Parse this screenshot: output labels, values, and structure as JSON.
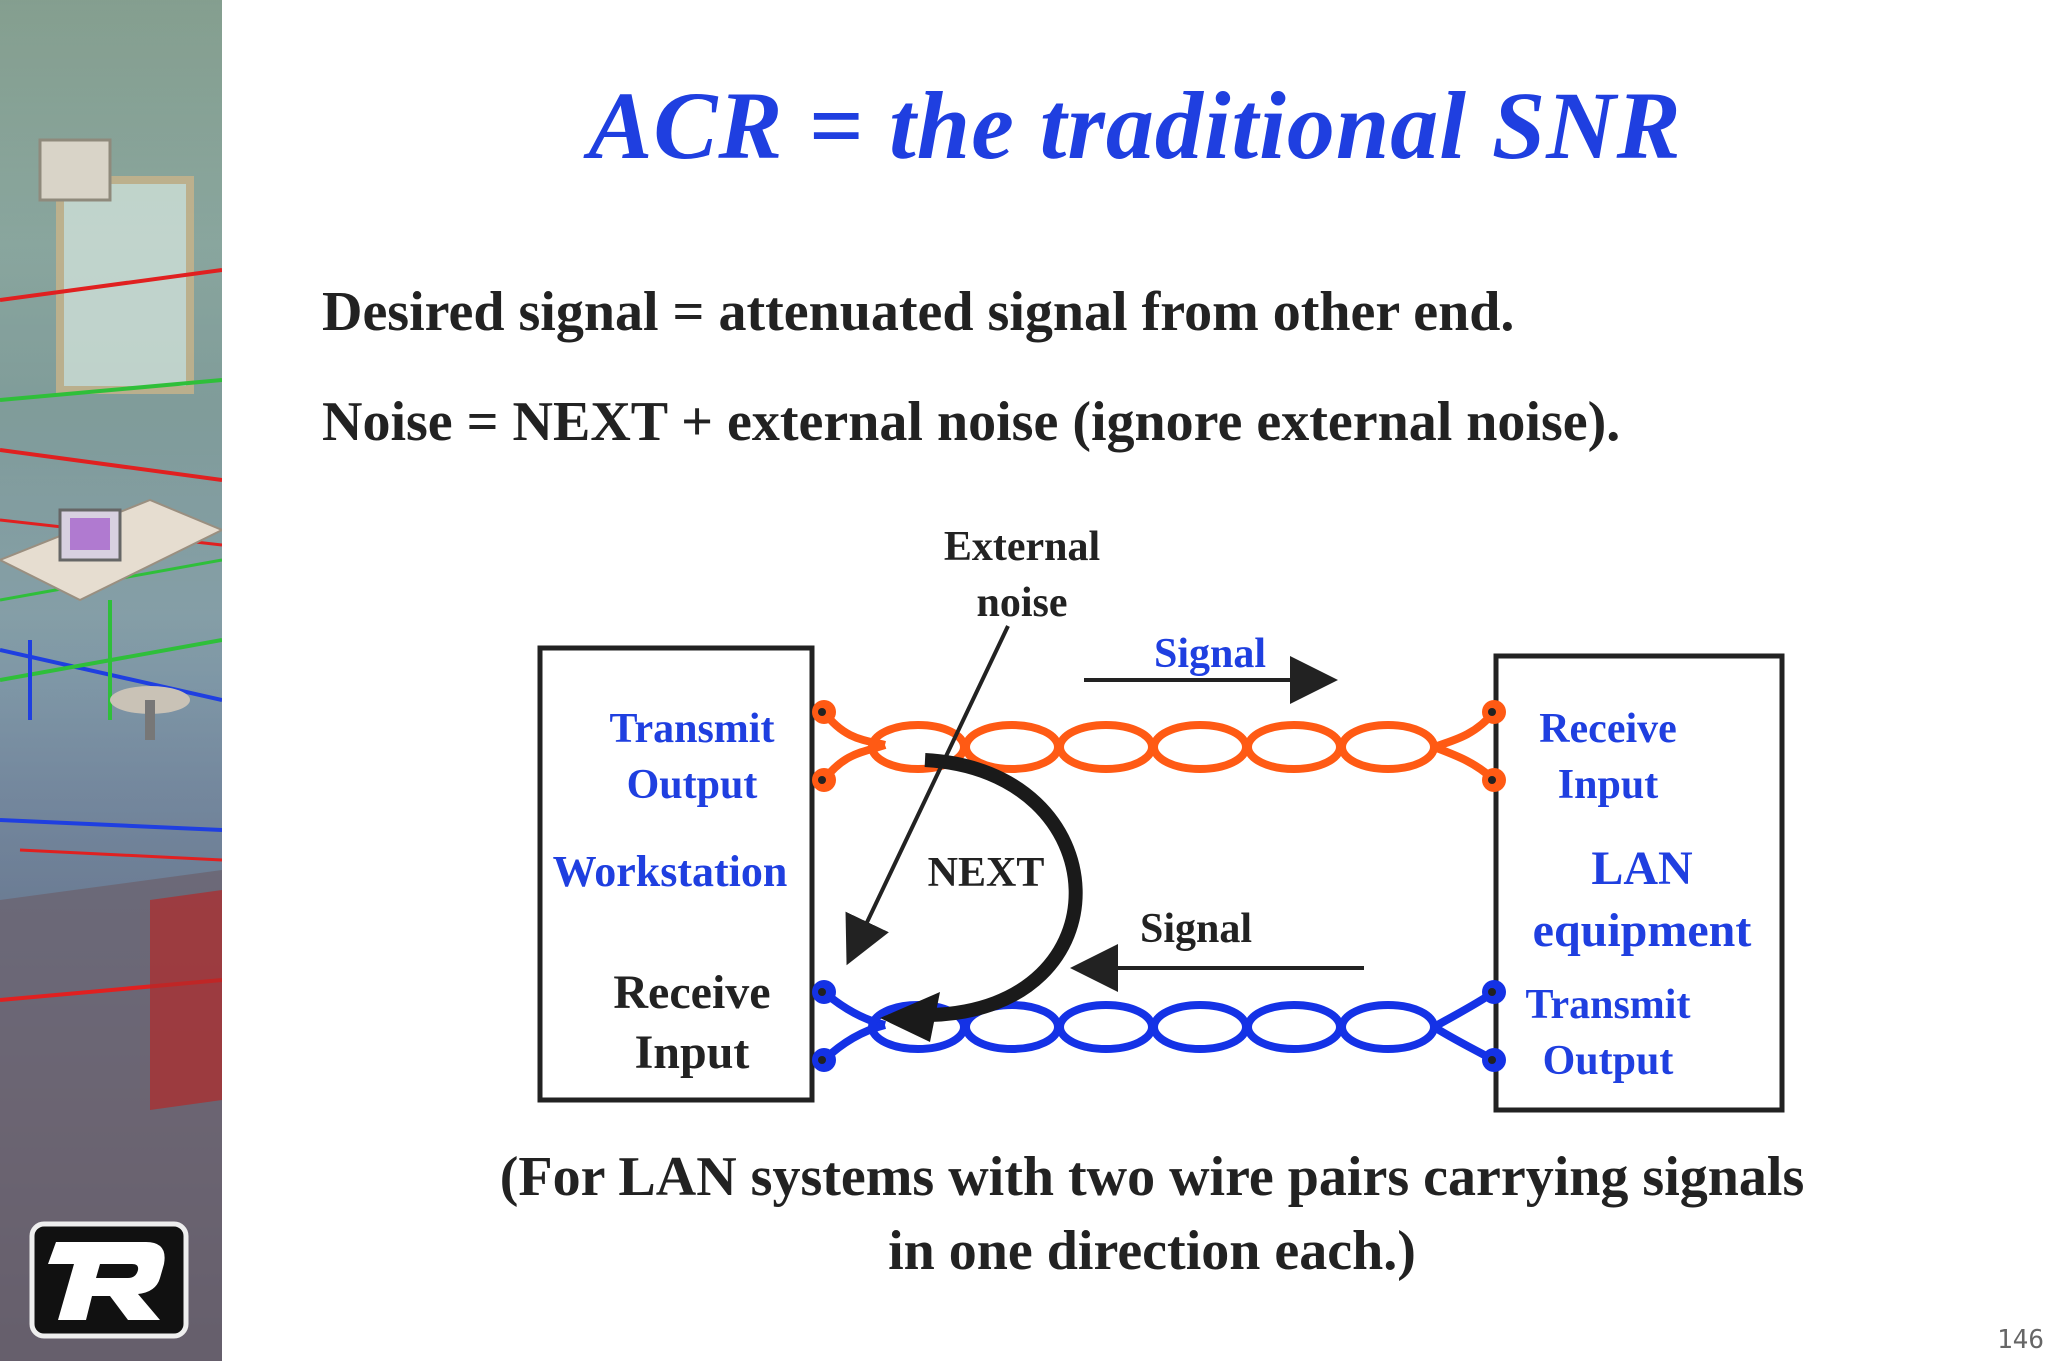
{
  "slide": {
    "title": "ACR = the traditional SNR",
    "line1": "Desired signal = attenuated signal from other end.",
    "line2": "Noise = NEXT + external noise (ignore external noise).",
    "footnote": "(For LAN systems with two wire pairs carrying signals\nin one direction each.)",
    "page_number": "146"
  },
  "diagram": {
    "external_noise_line1": "External",
    "external_noise_line2": "noise",
    "signal_top": "Signal",
    "signal_bottom": "Signal",
    "next_label": "NEXT",
    "left_box": {
      "transmit_line1": "Transmit",
      "transmit_line2": "Output",
      "name": "Workstation",
      "receive_line1": "Receive",
      "receive_line2": "Input"
    },
    "right_box": {
      "receive_line1": "Receive",
      "receive_line2": "Input",
      "name_line1": "LAN",
      "name_line2": "equipment",
      "transmit_line1": "Transmit",
      "transmit_line2": "Output"
    }
  },
  "colors": {
    "title_blue": "#1f3fe0",
    "top_pair_orange": "#ff5a14",
    "bottom_pair_blue": "#1432e6",
    "text_dark": "#222222"
  },
  "icons": {
    "logo": "R-logo"
  }
}
